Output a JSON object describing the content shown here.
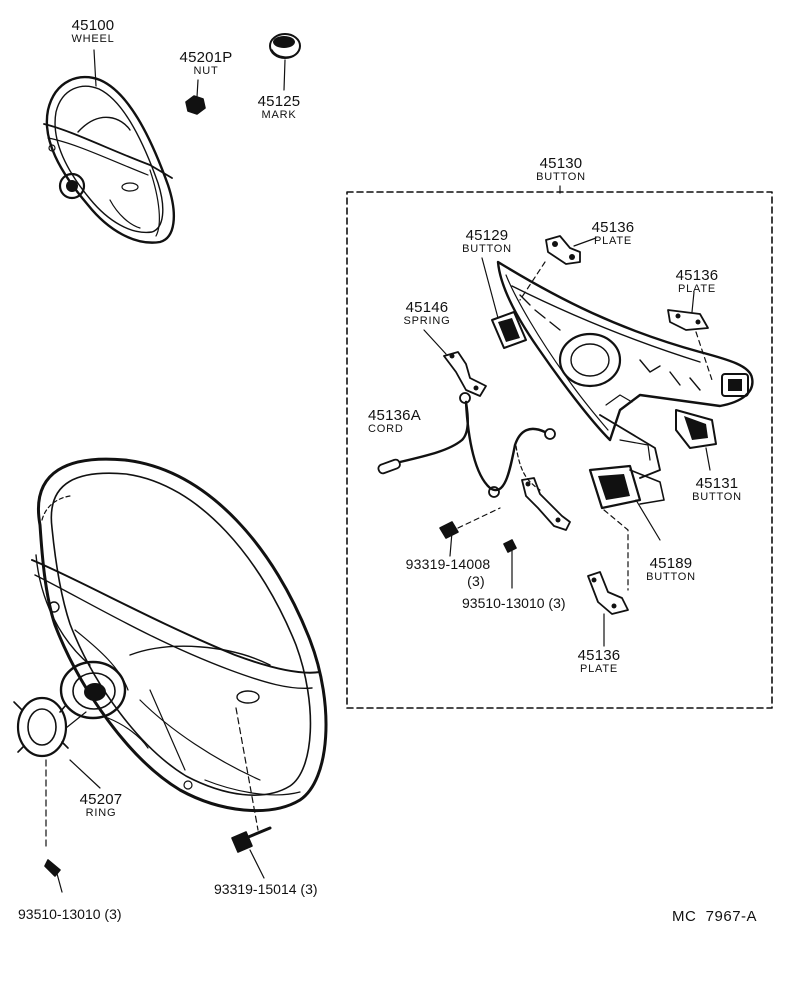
{
  "parts": {
    "p45100": {
      "number": "45100",
      "name": "WHEEL"
    },
    "p45201p": {
      "number": "45201P",
      "name": "NUT"
    },
    "p45125": {
      "number": "45125",
      "name": "MARK"
    },
    "p45130": {
      "number": "45130",
      "name": "BUTTON"
    },
    "p45129": {
      "number": "45129",
      "name": "BUTTON"
    },
    "p45136_top": {
      "number": "45136",
      "name": "PLATE"
    },
    "p45136_right": {
      "number": "45136",
      "name": "PLATE"
    },
    "p45146": {
      "number": "45146",
      "name": "SPRING"
    },
    "p45136a": {
      "number": "45136A",
      "name": "CORD"
    },
    "p45131": {
      "number": "45131",
      "name": "BUTTON"
    },
    "p45189": {
      "number": "45189",
      "name": "BUTTON"
    },
    "p45136_bottom": {
      "number": "45136",
      "name": "PLATE"
    },
    "p45207": {
      "number": "45207",
      "name": "RING"
    }
  },
  "fasteners": {
    "f93319_14008": {
      "number": "93319-14008",
      "qty": "(3)"
    },
    "f93510_13010_inner": {
      "text": "93510-13010 (3)"
    },
    "f93319_15014": {
      "text": "93319-15014 (3)"
    },
    "f93510_13010_outer": {
      "text": "93510-13010 (3)"
    }
  },
  "reference": "MC  7967-A"
}
